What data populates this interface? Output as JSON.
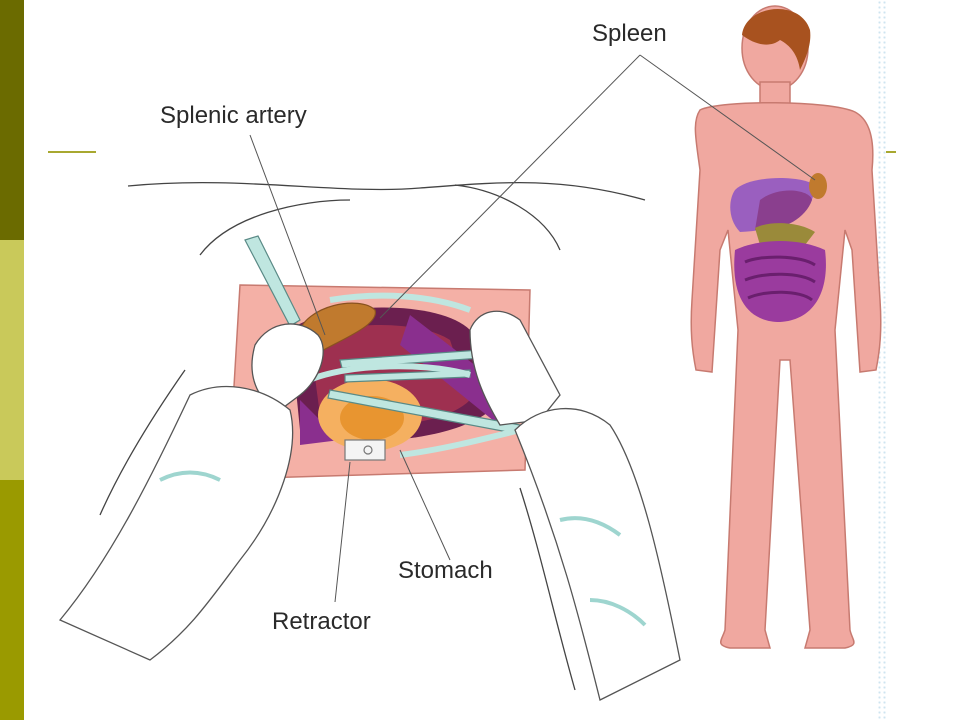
{
  "labels": {
    "spleen": "Spleen",
    "splenic_artery": "Splenic artery",
    "stomach": "Stomach",
    "retractor": "Retractor"
  },
  "colors": {
    "skin": "#f0a8a0",
    "skin_outline": "#c77a70",
    "organ_purple": "#9a3b9e",
    "spleen_brown": "#c07a2e",
    "stomach_orange": "#f0a040",
    "glove_white": "#ffffff",
    "instrument_teal": "#bfe6e0"
  }
}
